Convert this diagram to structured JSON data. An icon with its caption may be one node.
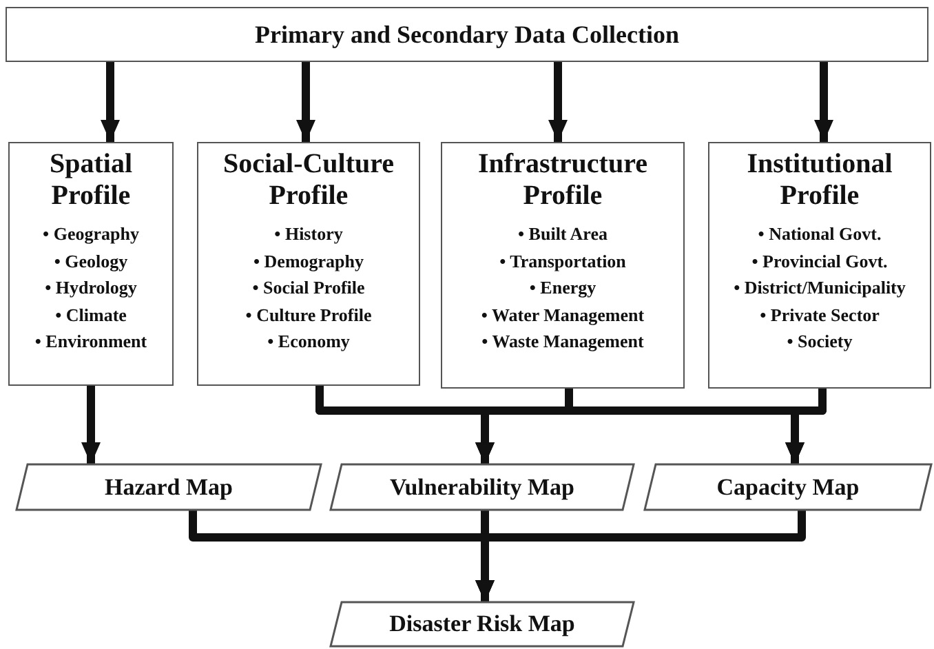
{
  "diagram": {
    "nodes": [
      {
        "text": [
          "Primary and Secondary Data Collection"
        ]
      },
      {
        "text": [
          "Spatial Profile",
          "• Geography",
          "• Geology",
          "• Hydrology",
          "• Climate",
          "• Environment"
        ]
      },
      {
        "text": [
          "Social-Culture Profile",
          "• History",
          "• Demography",
          "• Social Profile",
          "• Culture Profile",
          "• Economy"
        ]
      },
      {
        "text": [
          "Infrastructure Profile",
          "• Built Area",
          "• Transportation",
          "• Energy",
          "• Water Management",
          "• Waste Management"
        ]
      },
      {
        "text": [
          "Institutional Profile",
          "• National Govt.",
          "• Provincial Govt.",
          "• District/Municipality",
          "• Private Sector",
          "• Society"
        ]
      },
      {
        "text": [
          "Hazard Map"
        ]
      },
      {
        "text": [
          "Vulnerability Map"
        ]
      },
      {
        "text": [
          "Capacity Map"
        ]
      },
      {
        "text": [
          "Disaster Risk Map"
        ]
      }
    ],
    "edges": [
      {
        "from": 0,
        "to": 1,
        "arrow": "to"
      },
      {
        "from": 0,
        "to": 2,
        "arrow": "to"
      },
      {
        "from": 0,
        "to": 3,
        "arrow": "to"
      },
      {
        "from": 0,
        "to": 4,
        "arrow": "to"
      },
      {
        "from": 1,
        "to": 5,
        "arrow": "to"
      },
      {
        "from": 2,
        "to": 6,
        "arrow": "to"
      },
      {
        "from": 2,
        "to": 7,
        "arrow": "to"
      },
      {
        "from": 3,
        "to": 6,
        "arrow": "to"
      },
      {
        "from": 3,
        "to": 7,
        "arrow": "to"
      },
      {
        "from": 4,
        "to": 6,
        "arrow": "to"
      },
      {
        "from": 4,
        "to": 7,
        "arrow": "to"
      },
      {
        "from": 5,
        "to": 8,
        "arrow": "to"
      },
      {
        "from": 6,
        "to": 8,
        "arrow": "to"
      },
      {
        "from": 7,
        "to": 8,
        "arrow": "to"
      }
    ]
  }
}
